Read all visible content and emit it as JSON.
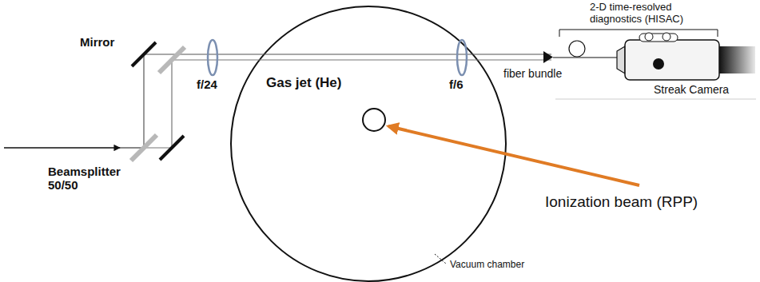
{
  "diagram": {
    "labels": [
      "Mirror",
      "Beamsplitter 50/50",
      "f/24",
      "Gas jet (He)",
      "f/6",
      "fiber bundle",
      "2-D time-resolved diagnostics (HISAC)",
      "Streak Camera",
      "Ionization beam (RPP)",
      "Vacuum chamber"
    ]
  }
}
